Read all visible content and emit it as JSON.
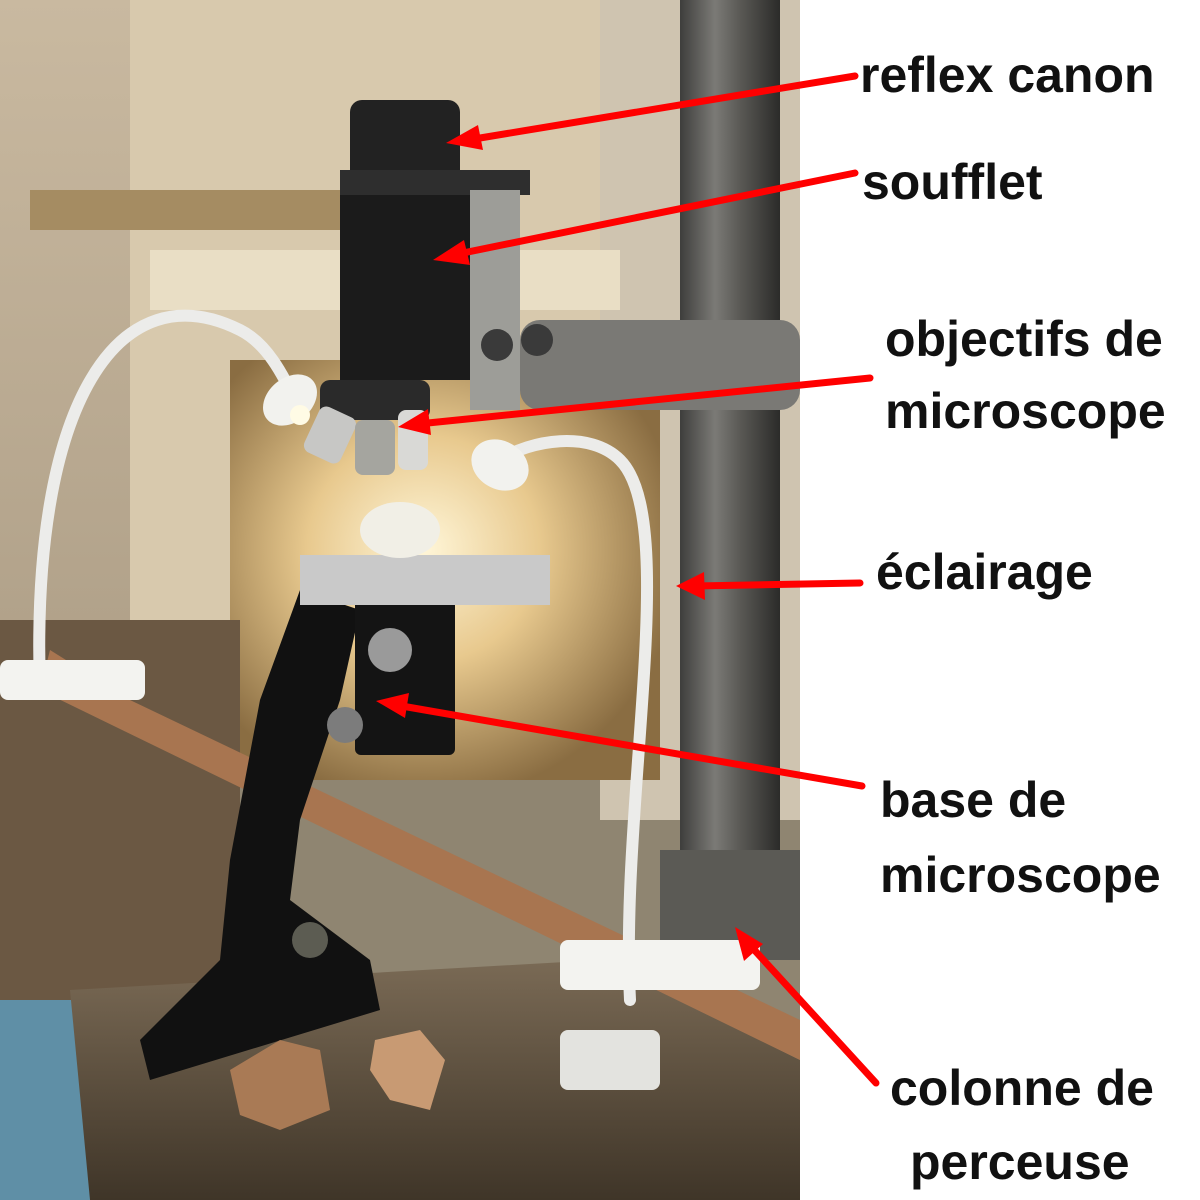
{
  "colors": {
    "arrow": "#ff0000",
    "label_text": "#111111",
    "background": "#ffffff"
  },
  "labels": {
    "reflex_canon": "reflex canon",
    "soufflet": "soufflet",
    "objectifs_line1": "objectifs de",
    "objectifs_line2": "microscope",
    "eclairage": "éclairage",
    "base_line1": "base de",
    "base_line2": "microscope",
    "colonne_line1": "colonne de",
    "colonne_line2": "perceuse"
  }
}
